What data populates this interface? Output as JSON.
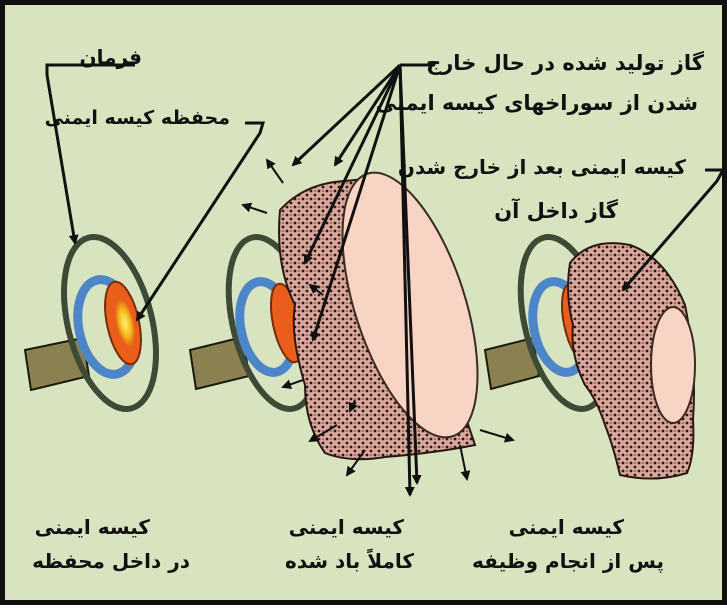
{
  "labels": {
    "steering_wheel": "فرمان",
    "airbag_housing": "محفظه کیسه ایمنی",
    "gas_escape_line1": "گاز تولید شده در حال خارج",
    "gas_escape_line2": "شدن از سوراخهای کیسه ایمنی",
    "deflated_line1": "کیسه ایمنی بعد از خارج شدن",
    "deflated_line2": "گاز داخل آن"
  },
  "captions": {
    "left_line1": "کیسه ایمنی",
    "left_line2": "در داخل محفظه",
    "middle_line1": "کیسه ایمنی",
    "middle_line2": "کاملاً باد شده",
    "right_line1": "کیسه ایمنی",
    "right_line2": "پس از انجام وظیفه"
  },
  "colors": {
    "background": "#d7e4bf",
    "airbag_fabric": "#d8a89c",
    "airbag_face": "#f8d4c4",
    "steering_ring": "#3d4a36",
    "housing_ring": "#4d86c8",
    "inflator": "#e85e1a",
    "column": "#8a8050"
  }
}
